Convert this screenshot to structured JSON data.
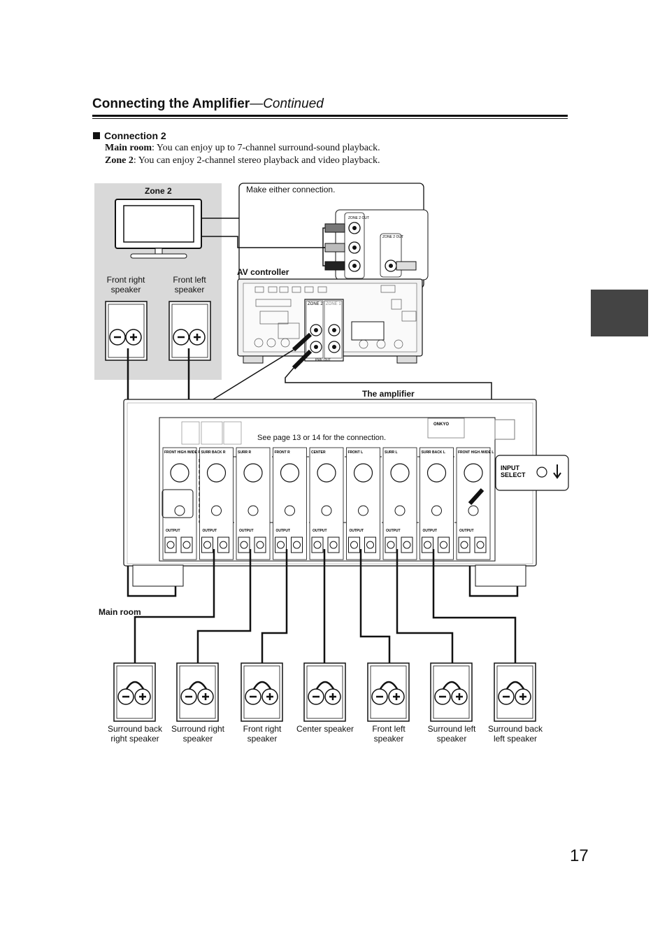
{
  "header": {
    "title": "Connecting the Amplifier",
    "continued": "—Continued"
  },
  "section": {
    "heading": "Connection 2",
    "main_room_label": "Main room",
    "main_room_text": ": You can enjoy up to 7-channel surround-sound playback.",
    "zone2_label": "Zone 2",
    "zone2_text": ": You can enjoy 2-channel stereo playback and video playback."
  },
  "diagram": {
    "zone2": "Zone 2",
    "make_either": "Make either connection.",
    "av_controller": "AV controller",
    "the_amplifier": "The amplifier",
    "see_page": "See page 13 or 14 for the connection.",
    "main_room": "Main room",
    "zone2_speakers": [
      {
        "line1": "Front right",
        "line2": "speaker"
      },
      {
        "line1": "Front left",
        "line2": "speaker"
      }
    ],
    "main_speakers": [
      {
        "line1": "Surround back",
        "line2": "right speaker"
      },
      {
        "line1": "Surround right",
        "line2": "speaker"
      },
      {
        "line1": "Front right",
        "line2": "speaker"
      },
      {
        "line1": "Center speaker",
        "line2": ""
      },
      {
        "line1": "Front left",
        "line2": "speaker"
      },
      {
        "line1": "Surround left",
        "line2": "speaker"
      },
      {
        "line1": "Surround back",
        "line2": "left speaker"
      }
    ],
    "channels": [
      "FRONT HIGH /WIDE R",
      "SURR BACK R",
      "SURR R",
      "FRONT R",
      "CENTER",
      "FRONT L",
      "SURR L",
      "SURR BACK L",
      "FRONT HIGH /WIDE L"
    ],
    "output_label": "OUTPUT",
    "input_select": "INPUT SELECT",
    "zone2_out": "ZONE 2 OUT",
    "pre_out": "PRE OUT",
    "zone2_panel": "ZONE 2",
    "zone1_panel": "ZONE 1",
    "brand": "ONKYO"
  },
  "page_number": "17"
}
